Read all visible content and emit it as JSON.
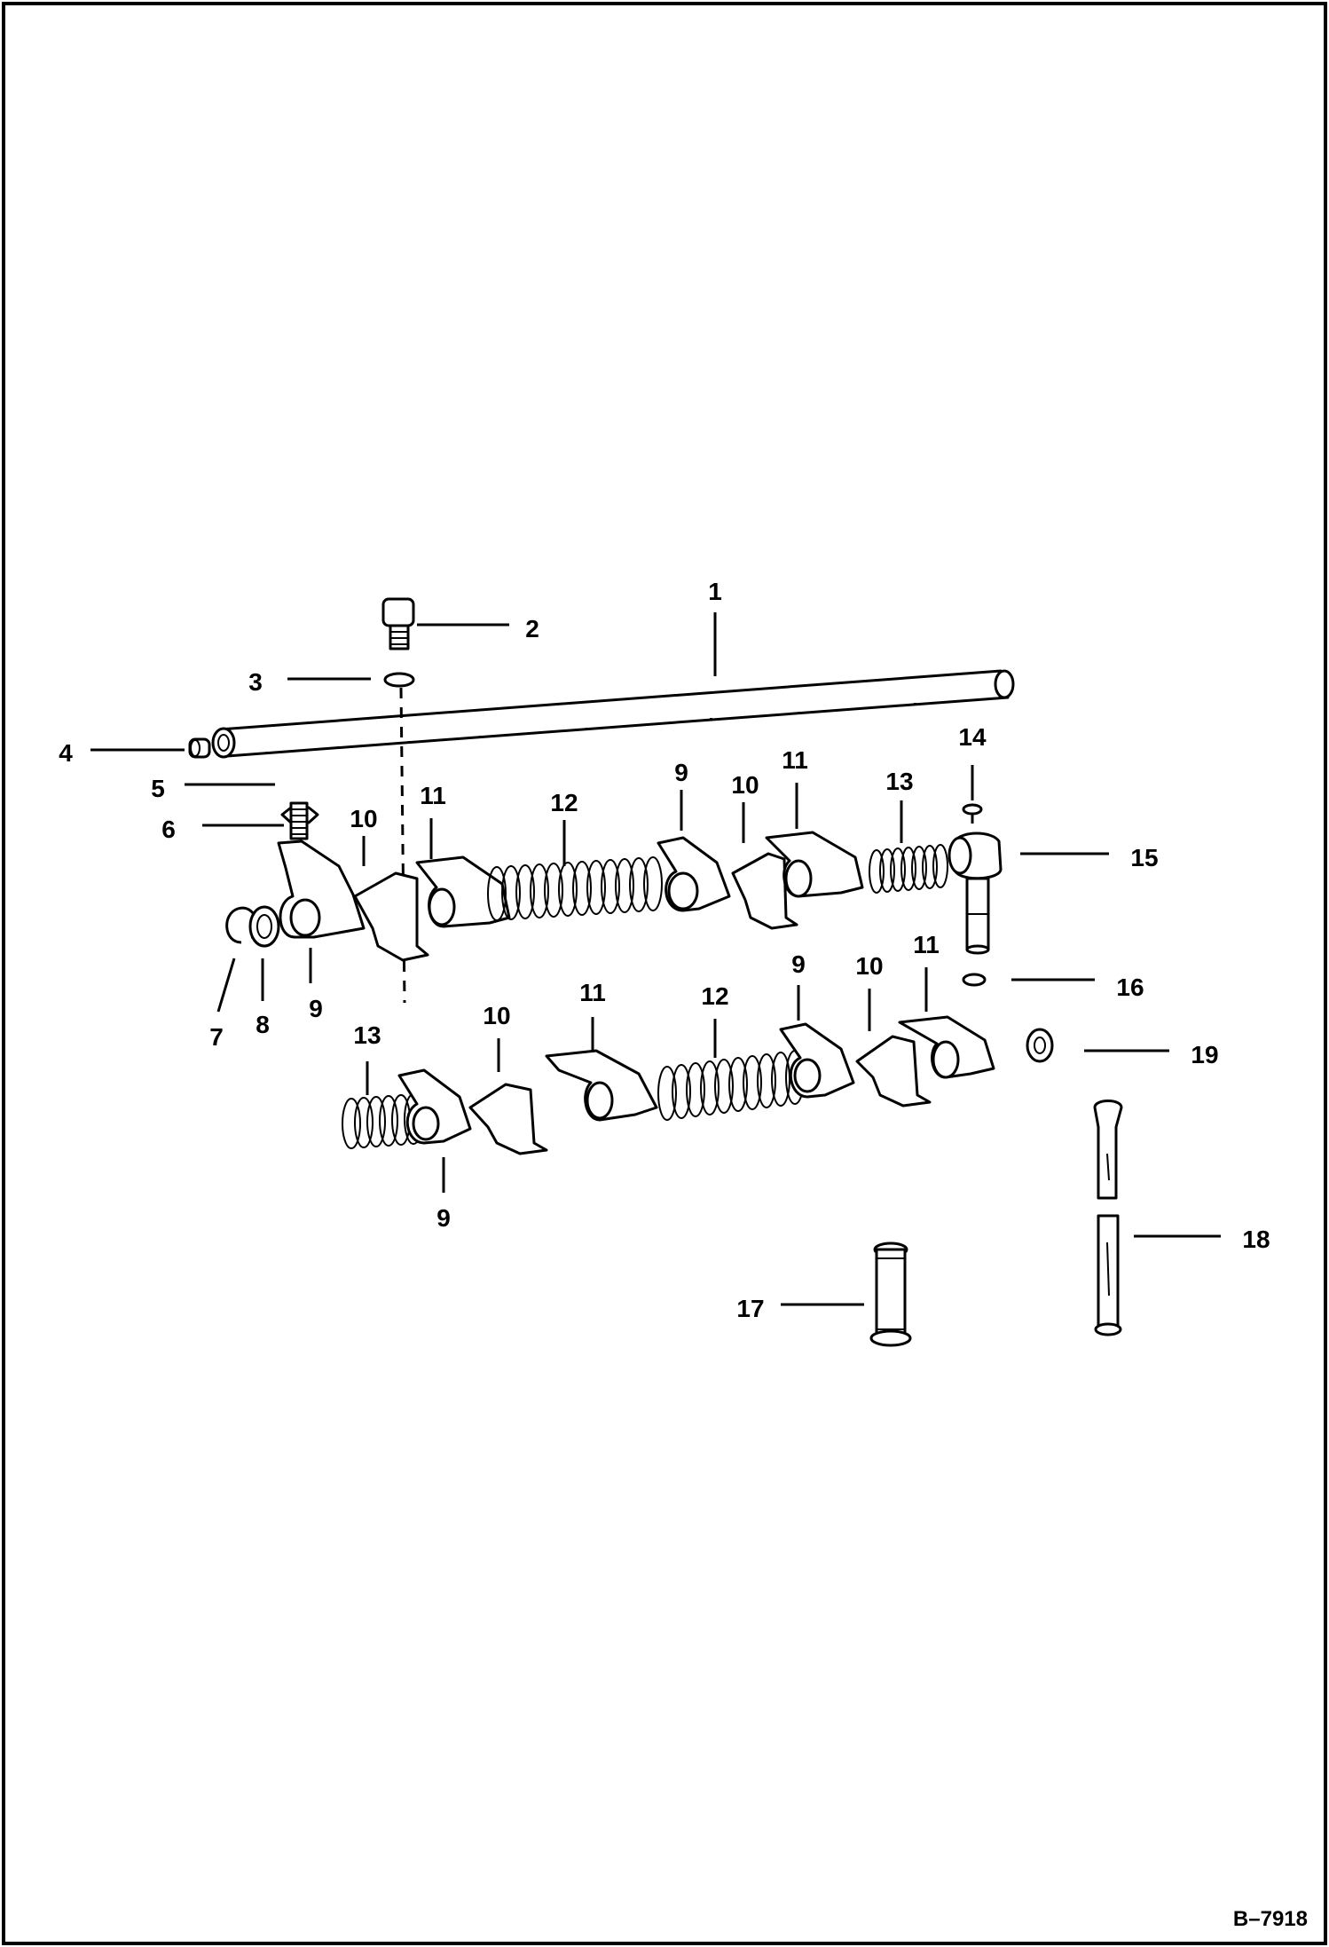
{
  "figure": {
    "figure_id": "B–7918",
    "callouts": [
      {
        "id": "c1",
        "label": "1"
      },
      {
        "id": "c2",
        "label": "2"
      },
      {
        "id": "c3",
        "label": "3"
      },
      {
        "id": "c4",
        "label": "4"
      },
      {
        "id": "c5",
        "label": "5"
      },
      {
        "id": "c6",
        "label": "6"
      },
      {
        "id": "c7",
        "label": "7"
      },
      {
        "id": "c8",
        "label": "8"
      },
      {
        "id": "c9a",
        "label": "9"
      },
      {
        "id": "c10a",
        "label": "10"
      },
      {
        "id": "c11a",
        "label": "11"
      },
      {
        "id": "c12a",
        "label": "12"
      },
      {
        "id": "c9b",
        "label": "9"
      },
      {
        "id": "c10b",
        "label": "10"
      },
      {
        "id": "c11b",
        "label": "11"
      },
      {
        "id": "c13a",
        "label": "13"
      },
      {
        "id": "c14",
        "label": "14"
      },
      {
        "id": "c15",
        "label": "15"
      },
      {
        "id": "c16",
        "label": "16"
      },
      {
        "id": "c13b",
        "label": "13"
      },
      {
        "id": "c10c",
        "label": "10"
      },
      {
        "id": "c11c",
        "label": "11"
      },
      {
        "id": "c12b",
        "label": "12"
      },
      {
        "id": "c9c",
        "label": "9"
      },
      {
        "id": "c10d",
        "label": "10"
      },
      {
        "id": "c11d",
        "label": "11"
      },
      {
        "id": "c19",
        "label": "19"
      },
      {
        "id": "c9d",
        "label": "9"
      },
      {
        "id": "c18",
        "label": "18"
      },
      {
        "id": "c17",
        "label": "17"
      }
    ]
  }
}
